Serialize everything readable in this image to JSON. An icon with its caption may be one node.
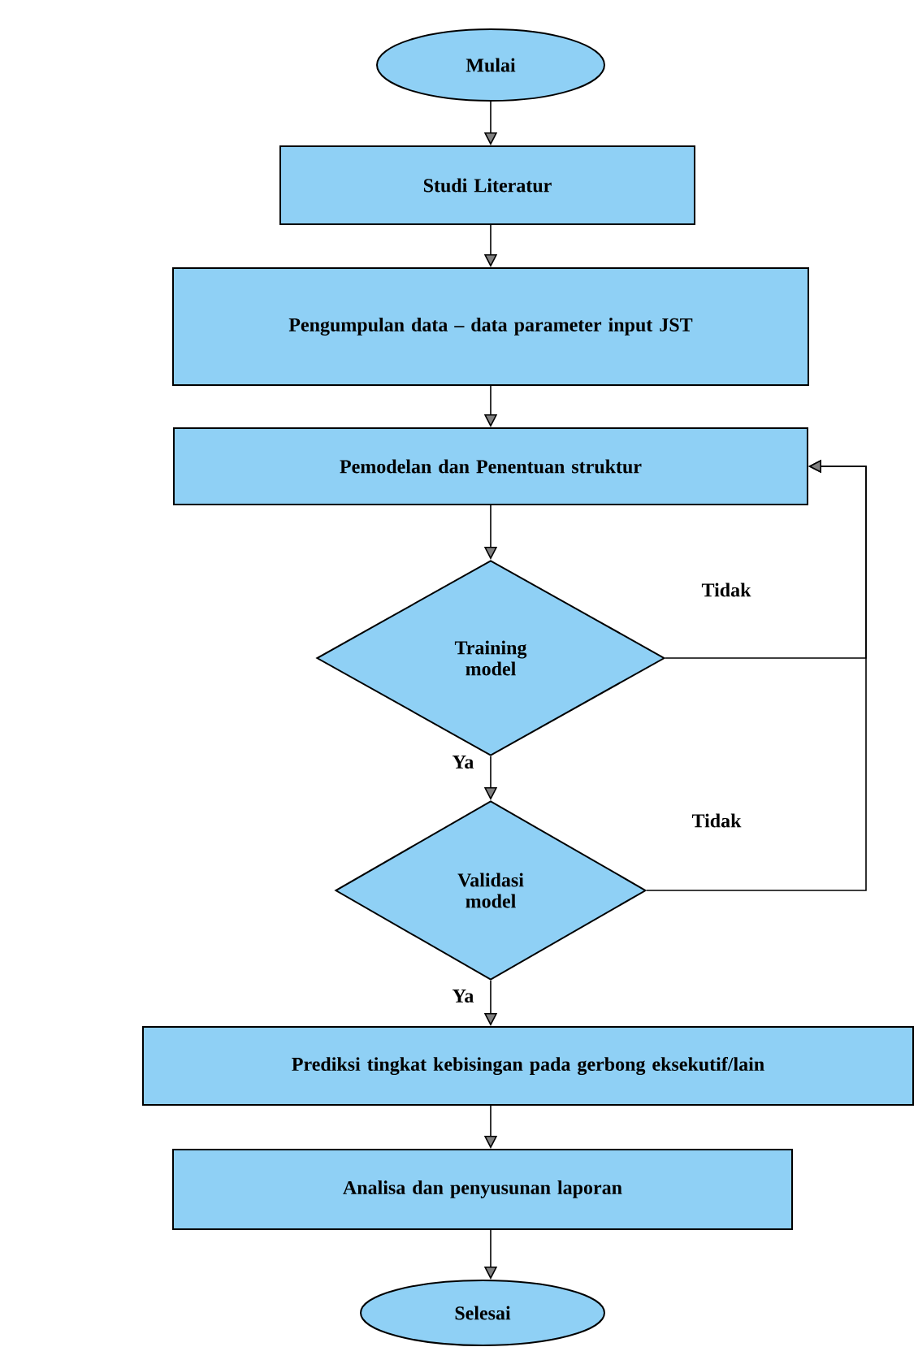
{
  "diagram": {
    "nodes": [
      {
        "text": [
          "Mulai"
        ]
      },
      {
        "text": [
          "Studi Literatur"
        ]
      },
      {
        "text": [
          "Pengumpulan data – data parameter input JST"
        ]
      },
      {
        "text": [
          "Pemodelan dan Penentuan struktur"
        ]
      },
      {
        "text": [
          "Training model"
        ]
      },
      {
        "text": [
          "Validasi model"
        ]
      },
      {
        "text": [
          "Prediksi tingkat kebisingan pada gerbong eksekutif/lain"
        ]
      },
      {
        "text": [
          "Analisa dan penyusunan laporan"
        ]
      },
      {
        "text": [
          "Selesai"
        ]
      }
    ],
    "edges": [
      {
        "from": 0,
        "to": 1,
        "arrow": "to"
      },
      {
        "from": 1,
        "to": 2,
        "arrow": "to"
      },
      {
        "from": 2,
        "to": 3,
        "arrow": "to"
      },
      {
        "from": 3,
        "to": 4,
        "arrow": "to"
      },
      {
        "from": 4,
        "to": 5,
        "arrow": "to",
        "label": "Ya"
      },
      {
        "from": 5,
        "to": 6,
        "arrow": "to",
        "label": "Ya"
      },
      {
        "from": 6,
        "to": 7,
        "arrow": "to"
      },
      {
        "from": 7,
        "to": 8,
        "arrow": "to"
      },
      {
        "from": 4,
        "to": 3,
        "arrow": "to",
        "label": "Tidak"
      },
      {
        "from": 5,
        "to": 3,
        "arrow": "to",
        "label": "Tidak"
      }
    ]
  }
}
